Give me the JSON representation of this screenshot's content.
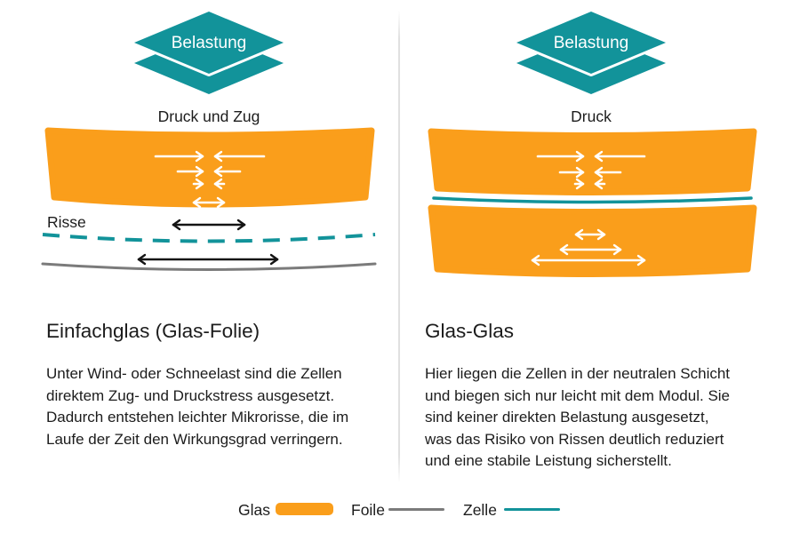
{
  "colors": {
    "orange": "#FA9E1B",
    "teal": "#12939A",
    "foil": "#7B7B7B",
    "ink": "#1C1C1C",
    "divider": "#E0E0E0"
  },
  "left_panel": {
    "load_icon_label": "Belastung",
    "stress_label": "Druck und Zug",
    "cracks_label": "Risse",
    "heading": "Einfachglas (Glas-Folie)",
    "body": "Unter Wind- oder Schneelast sind die Zellen\ndirektem Zug- und Druckstress ausgesetzt.\nDadurch entstehen leichter Mikrorisse, die im\nLaufe der Zeit den Wirkungsgrad verringern."
  },
  "right_panel": {
    "load_icon_label": "Belastung",
    "stress_label": "Druck",
    "heading": "Glas-Glas",
    "body": "Hier liegen die Zellen in der neutralen Schicht\nund biegen sich nur leicht mit dem Modul. Sie\nsind keiner direkten Belastung ausgesetzt,\nwas das Risiko von Rissen deutlich reduziert\nund eine stabile Leistung sicherstellt."
  },
  "legend": {
    "glas_label": "Glas",
    "foile_label": "Foile",
    "zelle_label": "Zelle"
  }
}
